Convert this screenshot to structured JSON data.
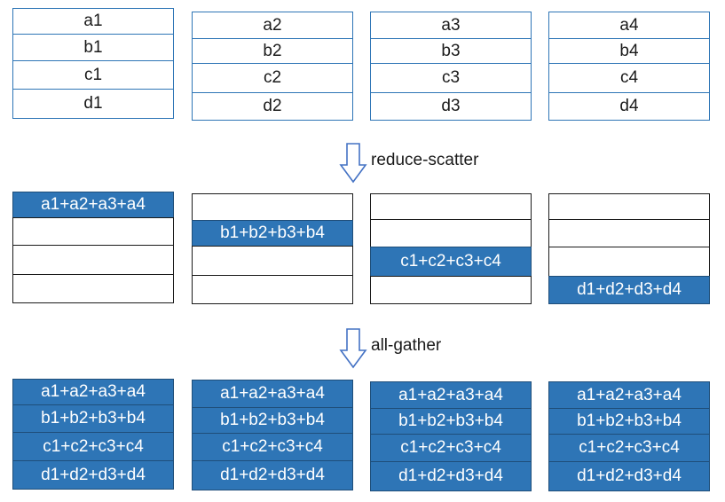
{
  "rows": {
    "initial": [
      [
        "a1",
        "b1",
        "c1",
        "d1"
      ],
      [
        "a2",
        "b2",
        "c2",
        "d2"
      ],
      [
        "a3",
        "b3",
        "c3",
        "d3"
      ],
      [
        "a4",
        "b4",
        "c4",
        "d4"
      ]
    ],
    "reduce_scatter": [
      [
        "a1+a2+a3+a4",
        "",
        "",
        ""
      ],
      [
        "",
        "b1+b2+b3+b4",
        "",
        ""
      ],
      [
        "",
        "",
        "c1+c2+c3+c4",
        ""
      ],
      [
        "",
        "",
        "",
        "d1+d2+d3+d4"
      ]
    ],
    "all_gather": [
      [
        "a1+a2+a3+a4",
        "b1+b2+b3+b4",
        "c1+c2+c3+c4",
        "d1+d2+d3+d4"
      ],
      [
        "a1+a2+a3+a4",
        "b1+b2+b3+b4",
        "c1+c2+c3+c4",
        "d1+d2+d3+d4"
      ],
      [
        "a1+a2+a3+a4",
        "b1+b2+b3+b4",
        "c1+c2+c3+c4",
        "d1+d2+d3+d4"
      ],
      [
        "a1+a2+a3+a4",
        "b1+b2+b3+b4",
        "c1+c2+c3+c4",
        "d1+d2+d3+d4"
      ]
    ]
  },
  "steps": {
    "reduce_scatter_label": "reduce-scatter",
    "all_gather_label": "all-gather"
  },
  "colors": {
    "fill": "#2e75b6",
    "border_initial": "#2e75b6",
    "border_plain": "#1a1a1a",
    "arrow": "#4472c4"
  }
}
